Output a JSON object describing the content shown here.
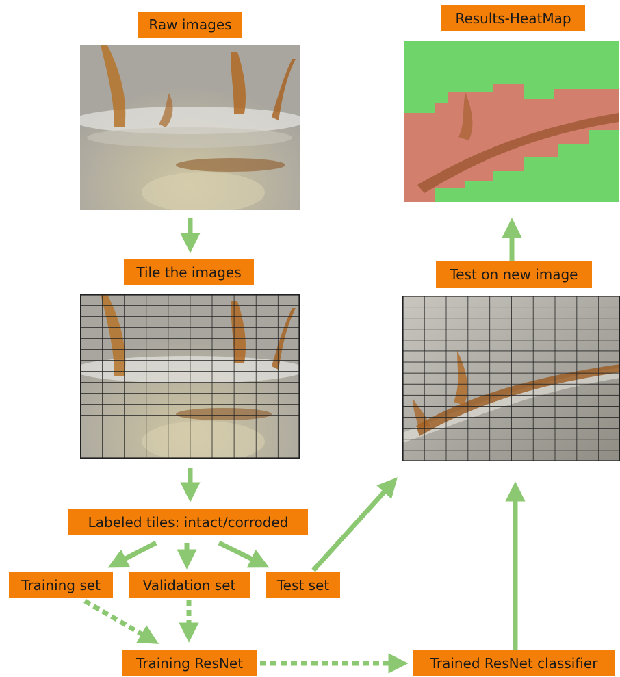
{
  "diagram": {
    "nodes": {
      "raw_images": "Raw images",
      "tile_images": "Tile the images",
      "labeled_tiles": "Labeled tiles: intact/corroded",
      "training_set": "Training set",
      "validation_set": "Validation set",
      "test_set": "Test set",
      "training_resnet": "Training ResNet",
      "trained_classifier": "Trained ResNet classifier",
      "test_new_image": "Test on new image",
      "results_heatmap": "Results-HeatMap"
    },
    "edges": [
      {
        "from": "raw_images",
        "to": "tile_images",
        "style": "solid"
      },
      {
        "from": "tile_images",
        "to": "labeled_tiles",
        "style": "solid"
      },
      {
        "from": "labeled_tiles",
        "to": "training_set",
        "style": "solid"
      },
      {
        "from": "labeled_tiles",
        "to": "validation_set",
        "style": "solid"
      },
      {
        "from": "labeled_tiles",
        "to": "test_set",
        "style": "solid"
      },
      {
        "from": "test_set",
        "to": "test_new_image",
        "style": "solid"
      },
      {
        "from": "training_set",
        "to": "training_resnet",
        "style": "dashed"
      },
      {
        "from": "validation_set",
        "to": "training_resnet",
        "style": "dashed"
      },
      {
        "from": "training_resnet",
        "to": "trained_classifier",
        "style": "dashed"
      },
      {
        "from": "trained_classifier",
        "to": "test_new_image",
        "style": "solid"
      },
      {
        "from": "test_new_image",
        "to": "results_heatmap",
        "style": "solid"
      }
    ],
    "colors": {
      "label_fill": "#f47f08",
      "arrow": "#8cc872",
      "grid_line": "#222222",
      "heat_intact": "#6fd46a",
      "heat_corroded": "#d77a6f"
    }
  }
}
